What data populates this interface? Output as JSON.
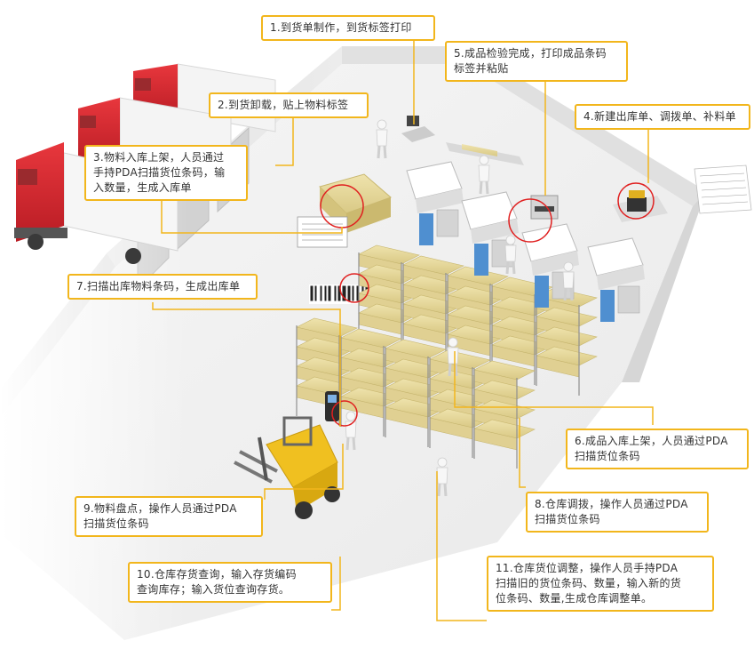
{
  "palette": {
    "callout_border": "#f2b61c",
    "callout_text": "#333333",
    "truck_cab": "#d8262e",
    "shelf_box": "#e4d59c",
    "floor": "#f3f3f3",
    "wall": "#e6e6e6",
    "workstation_blue": "#4f8fd0"
  },
  "callouts": {
    "c1": "1.到货单制作，到货标签打印",
    "c2": "2.到货卸载，贴上物料标签",
    "c3": [
      "3.物料入库上架，人员通过",
      "手持PDA扫描货位条码，输",
      "入数量，生成入库单"
    ],
    "c4": "4.新建出库单、调拨单、补料单",
    "c5": [
      "5.成品检验完成，打印成品条码",
      "标签并粘贴"
    ],
    "c6": [
      "6.成品入库上架，人员通过PDA",
      "扫描货位条码"
    ],
    "c7": "7.扫描出库物料条码，生成出库单",
    "c8": [
      "8.仓库调拨，操作人员通过PDA",
      "扫描货位条码"
    ],
    "c9": [
      "9.物料盘点，操作人员通过PDA",
      "扫描货位条码"
    ],
    "c10": [
      "10.仓库存货查询，输入存货编码",
      "查询库存；输入货位查询存货。"
    ],
    "c11": [
      "11.仓库货位调整，操作人员手持PDA",
      "扫描旧的货位条码、数量，输入新的货",
      "位条码、数量,生成仓库调整单。"
    ]
  }
}
